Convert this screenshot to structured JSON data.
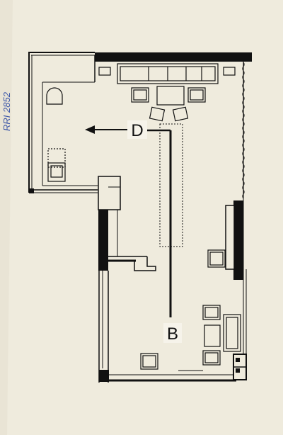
{
  "sheet": {
    "paper_color": "#efebdd",
    "ink_color": "#111111",
    "pencil_color": "#3a55a8",
    "handwritten_note": "RRI 2852"
  },
  "labels": {
    "direction_marker": "D",
    "origin_marker": "B"
  }
}
